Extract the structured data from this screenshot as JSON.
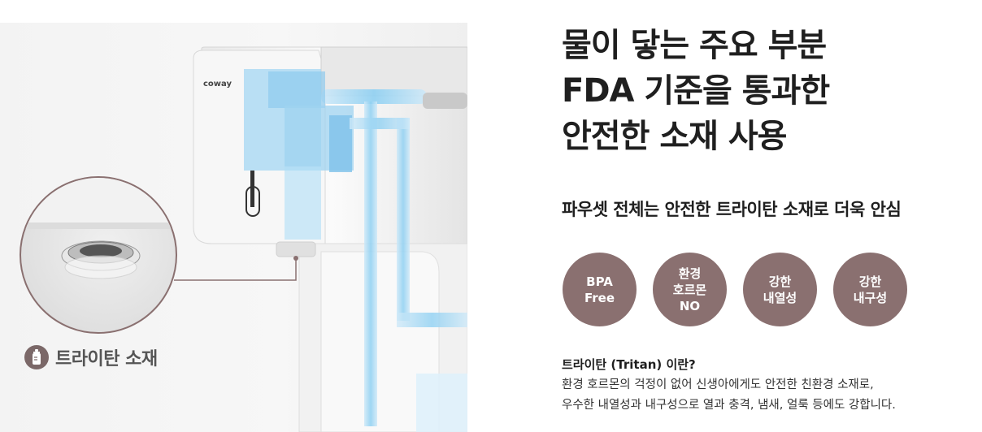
{
  "product": {
    "brand_logo": "coway"
  },
  "hero": {
    "headline_lines": [
      "물이 닿는 주요 부분",
      "FDA 기준을 통과한",
      "안전한 소재 사용"
    ],
    "subheadline": "파우셋 전체는 안전한 트라이탄 소재로 더욱 안심"
  },
  "badges": [
    {
      "lines": [
        "BPA",
        "Free"
      ]
    },
    {
      "lines": [
        "환경",
        "호르몬",
        "NO"
      ]
    },
    {
      "lines": [
        "강한",
        "내열성"
      ]
    },
    {
      "lines": [
        "강한",
        "내구성"
      ]
    }
  ],
  "info": {
    "title": "트라이탄 (Tritan) 이란?",
    "desc_lines": [
      "환경 호르몬의 걱정이 없어 신생아에게도 안전한 친환경 소재로,",
      "우수한 내열성과 내구성으로 열과 충격, 냄새, 얼룩 등에도 강합니다."
    ]
  },
  "material_label": {
    "text": "트라이탄 소재",
    "icon": "baby-bottle-icon"
  },
  "colors": {
    "accent": "#8a7070",
    "water_blue": "#a9d8f2",
    "headline": "#1f1f1f"
  }
}
